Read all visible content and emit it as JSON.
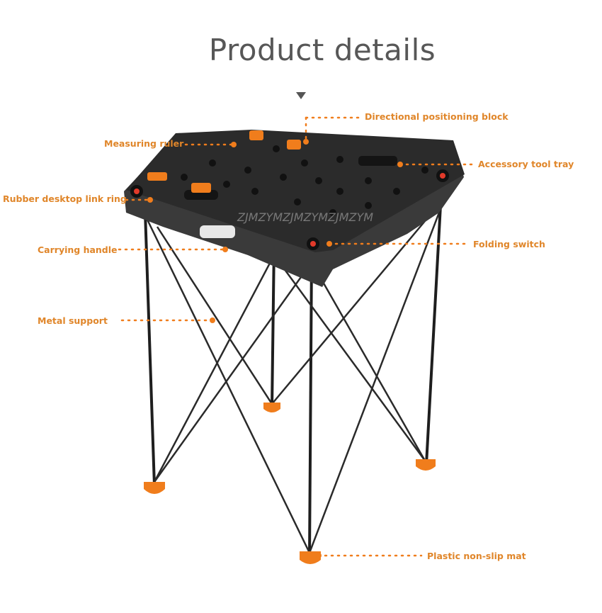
{
  "title": "Product details",
  "watermark": "ZJMZYMZJMZYMZJMZYM",
  "accent_color": "#f07d1c",
  "label_color": "#e0862a",
  "callouts": {
    "directional_block": "Directional positioning block",
    "measuring_ruler": "Measuring ruler",
    "accessory_tray": "Accessory tool tray",
    "rubber_ring": "Rubber desktop link ring",
    "carrying_handle": "Carrying handle",
    "folding_switch": "Folding switch",
    "metal_support": "Metal support",
    "nonslip_mat": "Plastic non-slip mat"
  }
}
